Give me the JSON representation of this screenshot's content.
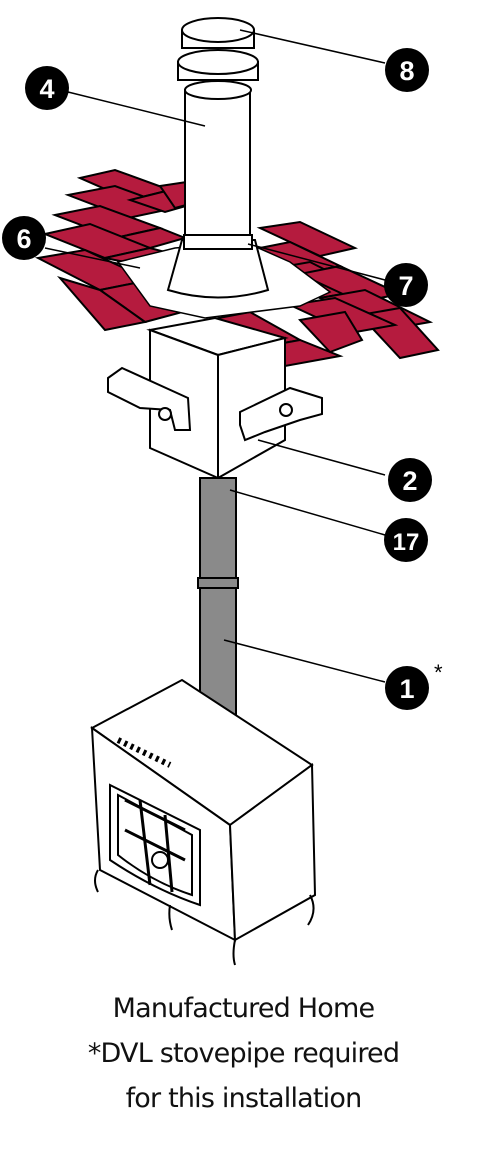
{
  "callouts": [
    {
      "id": "8",
      "label": "8"
    },
    {
      "id": "4",
      "label": "4"
    },
    {
      "id": "6",
      "label": "6"
    },
    {
      "id": "7",
      "label": "7"
    },
    {
      "id": "2",
      "label": "2"
    },
    {
      "id": "17",
      "label": "17"
    },
    {
      "id": "1",
      "label": "1",
      "note": "*"
    }
  ],
  "caption": {
    "line1": "Manufactured Home",
    "line2": "*DVL stovepipe required",
    "line3": "for this installation"
  },
  "colors": {
    "shingle": "#b51b3e",
    "line": "#000000",
    "pipe": "#8a8a8a",
    "callout_fill": "#000000"
  }
}
